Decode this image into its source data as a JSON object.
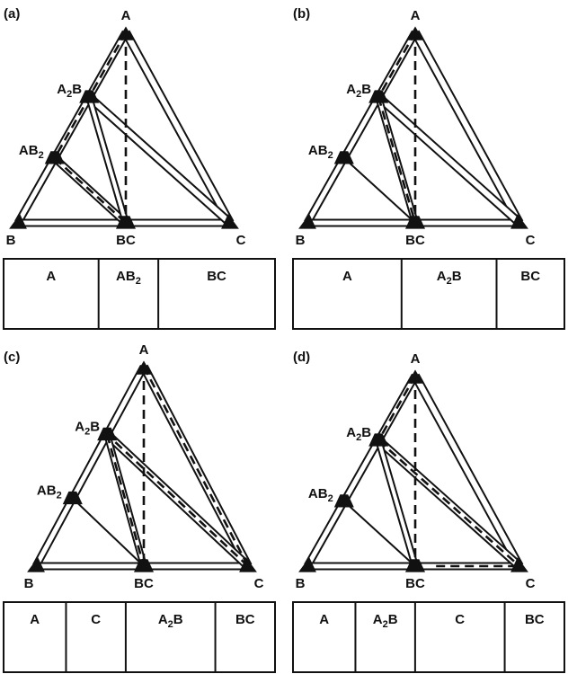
{
  "panels": [
    {
      "label": "(a)",
      "vertices": {
        "A": "A",
        "B": "B",
        "C": "C",
        "A2B": [
          "A",
          "2",
          "B"
        ],
        "AB2": [
          "AB",
          "2"
        ],
        "BC": "BC"
      },
      "bar": [
        {
          "parts": [
            "A"
          ]
        },
        {
          "parts": [
            "AB",
            "2"
          ]
        },
        {
          "parts": [
            "BC"
          ]
        }
      ]
    },
    {
      "label": "(b)",
      "vertices": {
        "A": "A",
        "B": "B",
        "C": "C",
        "A2B": [
          "A",
          "2",
          "B"
        ],
        "AB2": [
          "AB",
          "2"
        ],
        "BC": "BC"
      },
      "bar": [
        {
          "parts": [
            "A"
          ]
        },
        {
          "parts": [
            "A",
            "2",
            "B"
          ]
        },
        {
          "parts": [
            "BC"
          ]
        }
      ]
    },
    {
      "label": "(c)",
      "vertices": {
        "A": "A",
        "B": "B",
        "C": "C",
        "A2B": [
          "A",
          "2",
          "B"
        ],
        "AB2": [
          "AB",
          "2"
        ],
        "BC": "BC"
      },
      "bar": [
        {
          "parts": [
            "A"
          ]
        },
        {
          "parts": [
            "C"
          ]
        },
        {
          "parts": [
            "A",
            "2",
            "B"
          ]
        },
        {
          "parts": [
            "BC"
          ]
        }
      ]
    },
    {
      "label": "(d)",
      "vertices": {
        "A": "A",
        "B": "B",
        "C": "C",
        "A2B": [
          "A",
          "2",
          "B"
        ],
        "AB2": [
          "AB",
          "2"
        ],
        "BC": "BC"
      },
      "bar": [
        {
          "parts": [
            "A"
          ]
        },
        {
          "parts": [
            "A",
            "2",
            "B"
          ]
        },
        {
          "parts": [
            "C"
          ]
        },
        {
          "parts": [
            "BC"
          ]
        }
      ]
    }
  ]
}
